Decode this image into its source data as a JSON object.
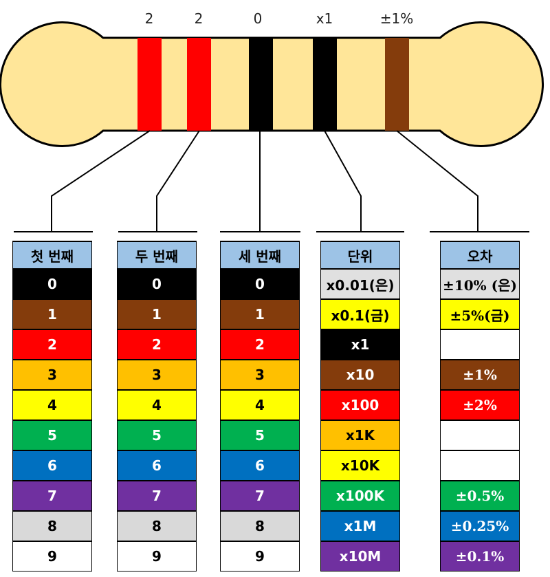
{
  "band_labels": [
    "2",
    "2",
    "0",
    "x1",
    "±1%"
  ],
  "band_colors": [
    "#ff0000",
    "#ff0000",
    "#000000",
    "#000000",
    "#843c0c"
  ],
  "palette": {
    "body": "#ffe699",
    "header": "#9dc3e6",
    "black": "#000000",
    "brown": "#843c0c",
    "red": "#ff0000",
    "orange": "#ffc000",
    "yellow": "#ffff00",
    "green": "#00b050",
    "blue": "#0070c0",
    "violet": "#7030a0",
    "gray": "#d9d9d9",
    "white": "#ffffff",
    "silver": "#e0e0e0"
  },
  "columns": [
    {
      "header": "첫 번째",
      "rows": [
        {
          "label": "0",
          "color": "black"
        },
        {
          "label": "1",
          "color": "brown"
        },
        {
          "label": "2",
          "color": "red"
        },
        {
          "label": "3",
          "color": "orange"
        },
        {
          "label": "4",
          "color": "yellow"
        },
        {
          "label": "5",
          "color": "green"
        },
        {
          "label": "6",
          "color": "blue"
        },
        {
          "label": "7",
          "color": "violet"
        },
        {
          "label": "8",
          "color": "gray"
        },
        {
          "label": "9",
          "color": "white"
        }
      ]
    },
    {
      "header": "두 번째",
      "rows": [
        {
          "label": "0",
          "color": "black"
        },
        {
          "label": "1",
          "color": "brown"
        },
        {
          "label": "2",
          "color": "red"
        },
        {
          "label": "3",
          "color": "orange"
        },
        {
          "label": "4",
          "color": "yellow"
        },
        {
          "label": "5",
          "color": "green"
        },
        {
          "label": "6",
          "color": "blue"
        },
        {
          "label": "7",
          "color": "violet"
        },
        {
          "label": "8",
          "color": "gray"
        },
        {
          "label": "9",
          "color": "white"
        }
      ]
    },
    {
      "header": "세 번째",
      "rows": [
        {
          "label": "0",
          "color": "black"
        },
        {
          "label": "1",
          "color": "brown"
        },
        {
          "label": "2",
          "color": "red"
        },
        {
          "label": "3",
          "color": "orange"
        },
        {
          "label": "4",
          "color": "yellow"
        },
        {
          "label": "5",
          "color": "green"
        },
        {
          "label": "6",
          "color": "blue"
        },
        {
          "label": "7",
          "color": "violet"
        },
        {
          "label": "8",
          "color": "gray"
        },
        {
          "label": "9",
          "color": "white"
        }
      ]
    },
    {
      "header": "단위",
      "rows": [
        {
          "label": "x0.01(은)",
          "color": "silver"
        },
        {
          "label": "x0.1(금)",
          "color": "yellow"
        },
        {
          "label": "x1",
          "color": "black"
        },
        {
          "label": "x10",
          "color": "brown"
        },
        {
          "label": "x100",
          "color": "red"
        },
        {
          "label": "x1K",
          "color": "orange"
        },
        {
          "label": "x10K",
          "color": "yellow"
        },
        {
          "label": "x100K",
          "color": "green"
        },
        {
          "label": "x1M",
          "color": "blue"
        },
        {
          "label": "x10M",
          "color": "violet"
        }
      ]
    },
    {
      "header": "오차",
      "rows": [
        {
          "label": "±10% (은)",
          "color": "silver"
        },
        {
          "label": "±5%(금)",
          "color": "yellow"
        },
        {
          "label": "",
          "color": "white"
        },
        {
          "label": "±1%",
          "color": "brown"
        },
        {
          "label": "±2%",
          "color": "red"
        },
        {
          "label": "",
          "color": "white"
        },
        {
          "label": "",
          "color": "white"
        },
        {
          "label": "±0.5%",
          "color": "green"
        },
        {
          "label": "±0.25%",
          "color": "blue"
        },
        {
          "label": "±0.1%",
          "color": "violet"
        }
      ]
    }
  ]
}
